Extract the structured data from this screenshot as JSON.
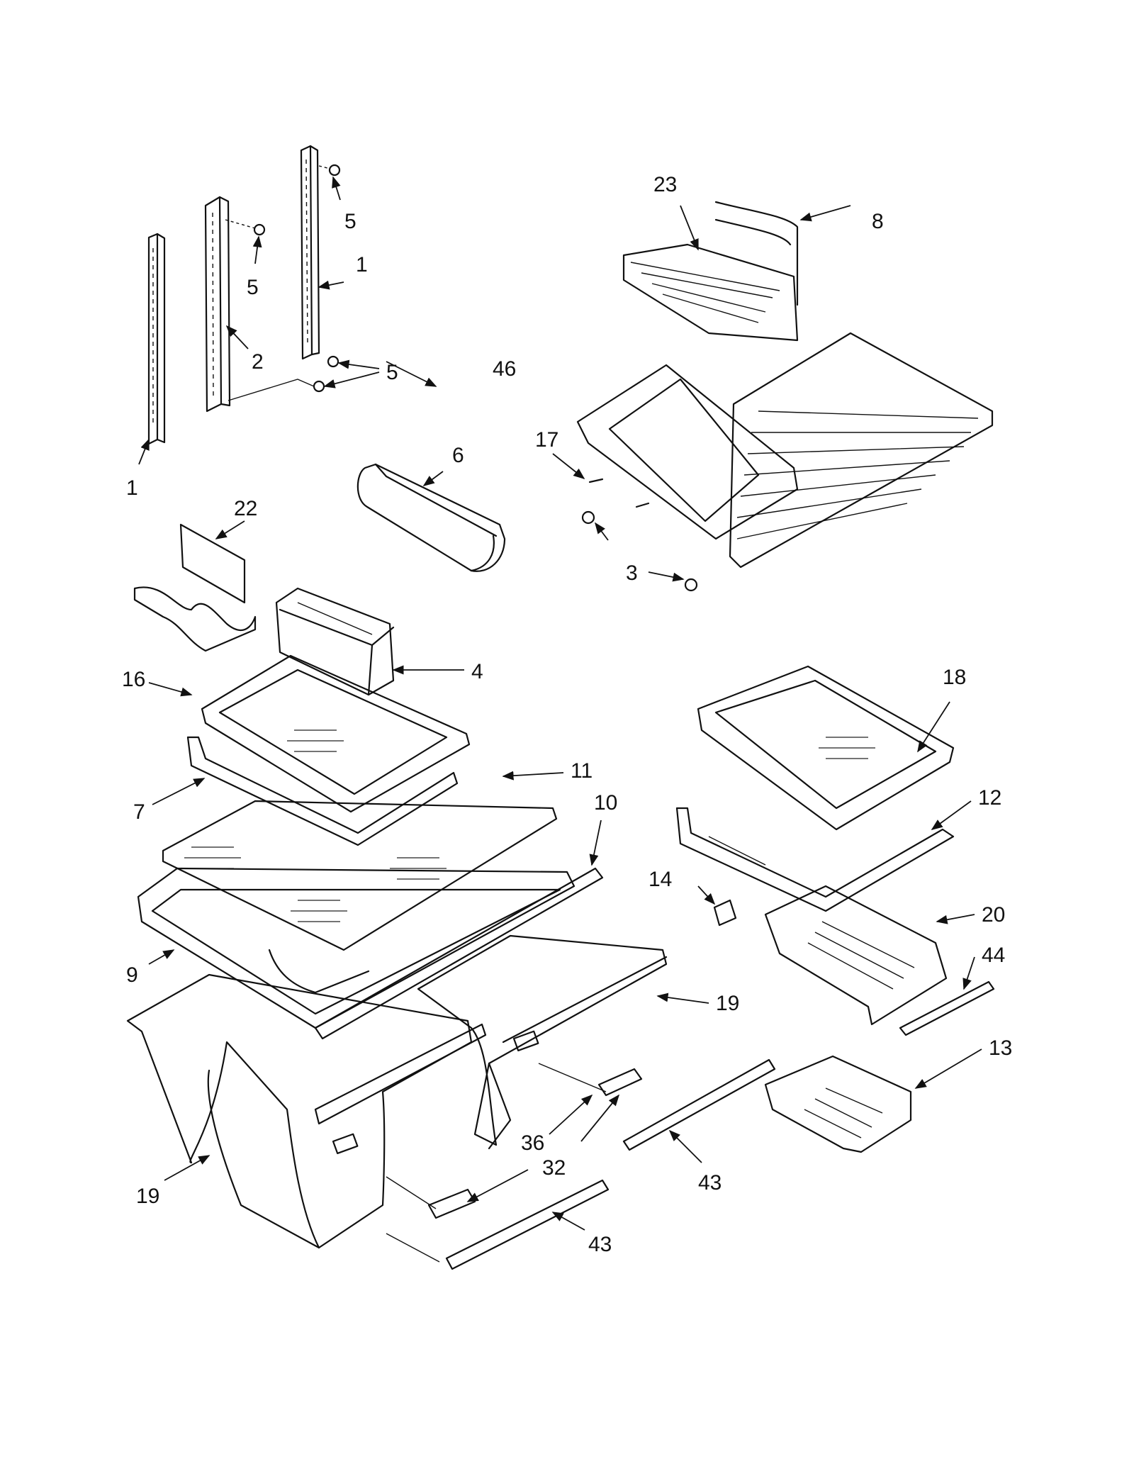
{
  "callouts": {
    "c1a": "1",
    "c1b": "1",
    "c2": "2",
    "c3": "3",
    "c4": "4",
    "c5a": "5",
    "c5b": "5",
    "c5c": "5",
    "c6": "6",
    "c7": "7",
    "c8": "8",
    "c9": "9",
    "c10": "10",
    "c11": "11",
    "c12": "12",
    "c13": "13",
    "c14": "14",
    "c16": "16",
    "c17": "17",
    "c18": "18",
    "c19a": "19",
    "c19b": "19",
    "c20": "20",
    "c22": "22",
    "c23": "23",
    "c32": "32",
    "c36": "36",
    "c43a": "43",
    "c43b": "43",
    "c44": "44",
    "c46": "46"
  }
}
